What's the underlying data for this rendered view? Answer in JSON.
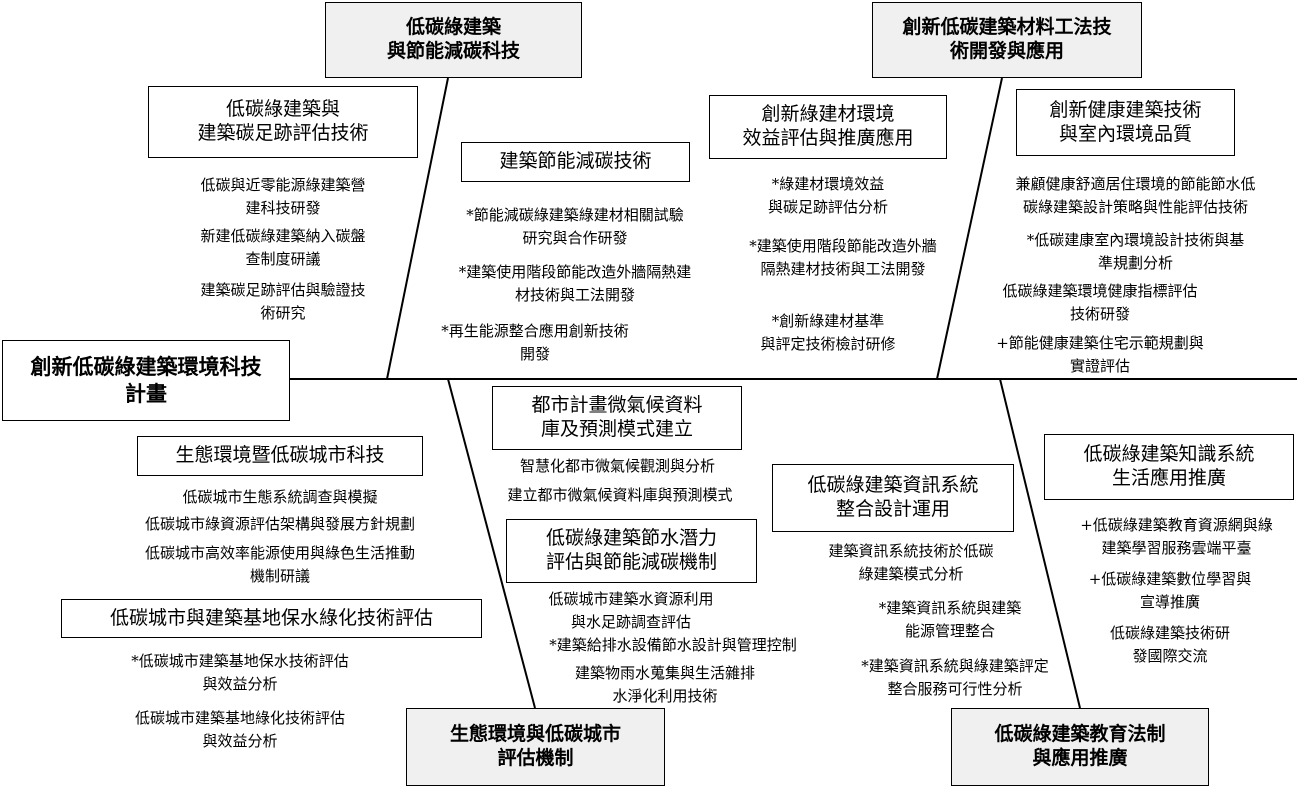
{
  "root": "創新低碳綠建築環境科技\n計畫",
  "main_categories": {
    "top_left": "低碳綠建築\n與節能減碳科技",
    "top_right": "創新低碳建築材料工法技\n術開發與應用",
    "bottom_left": "生態環境與低碳城市\n評估機制",
    "bottom_right": "低碳綠建築教育法制\n與應用推廣"
  },
  "subs": {
    "footprint": {
      "title": "低碳綠建築與\n建築碳足跡評估技術",
      "items": [
        "低碳與近零能源綠建築營\n建科技研發",
        "新建低碳綠建築納入碳盤\n查制度研議",
        "建築碳足跡評估與驗證技\n術研究"
      ]
    },
    "energy": {
      "title": "建築節能減碳技術",
      "items": [
        "*節能減碳綠建築綠建材相關試驗\n研究與合作研發",
        "*建築使用階段節能改造外牆隔熱建\n材技術與工法開發",
        "*再生能源整合應用創新技術\n開發"
      ]
    },
    "material": {
      "title": "創新綠建材環境\n效益評估與推廣應用",
      "items": [
        "*綠建材環境效益\n與碳足跡評估分析",
        "*建築使用階段節能改造外牆\n隔熱建材技術與工法開發",
        "*創新綠建材基準\n與評定技術檢討研修"
      ]
    },
    "health": {
      "title": "創新健康建築技術\n與室內環境品質",
      "items": [
        "兼顧健康舒適居住環境的節能節水低\n碳綠建築設計策略與性能評估技術",
        "*低碳建康室內環境設計技術與基\n準規劃分析",
        "低碳綠建築環境健康指標評估\n技術研發",
        "+節能健康建築住宅示範規劃與\n實證評估"
      ]
    },
    "eco_city": {
      "title": "生態環境暨低碳城市科技",
      "items": [
        "低碳城市生態系統調查與模擬",
        "低碳城市綠資源評估架構與發展方針規劃",
        "低碳城市高效率能源使用與綠色生活推動\n機制研議"
      ]
    },
    "water_green": {
      "title": "低碳城市與建築基地保水綠化技術評估",
      "items": [
        "*低碳城市建築基地保水技術評估\n與效益分析",
        "低碳城市建築基地綠化技術評估\n與效益分析"
      ]
    },
    "microclimate": {
      "title": "都市計畫微氣候資料\n庫及預測模式建立",
      "items": [
        "智慧化都市微氣候觀測與分析",
        "建立都市微氣候資料庫與預測模式"
      ]
    },
    "water_saving": {
      "title": "低碳綠建築節水潛力\n評估與節能減碳機制",
      "items": [
        "低碳城市建築水資源利用\n與水足跡調查評估",
        "*建築給排水設備節水設計與管理控制",
        "建築物雨水蒐集與生活雜排\n水淨化利用技術"
      ]
    },
    "info_system": {
      "title": "低碳綠建築資訊系統\n整合設計運用",
      "items": [
        "建築資訊系統技術於低碳\n綠建築模式分析",
        "*建築資訊系統與建築\n能源管理整合",
        "*建築資訊系統與綠建築評定\n整合服務可行性分析"
      ]
    },
    "knowledge": {
      "title": "低碳綠建築知識系統\n生活應用推廣",
      "items": [
        "+低碳綠建築教育資源網與綠\n建築學習服務雲端平臺",
        "+低碳綠建築數位學習與\n宣導推廣",
        "低碳綠建築技術研\n發國際交流"
      ]
    }
  }
}
